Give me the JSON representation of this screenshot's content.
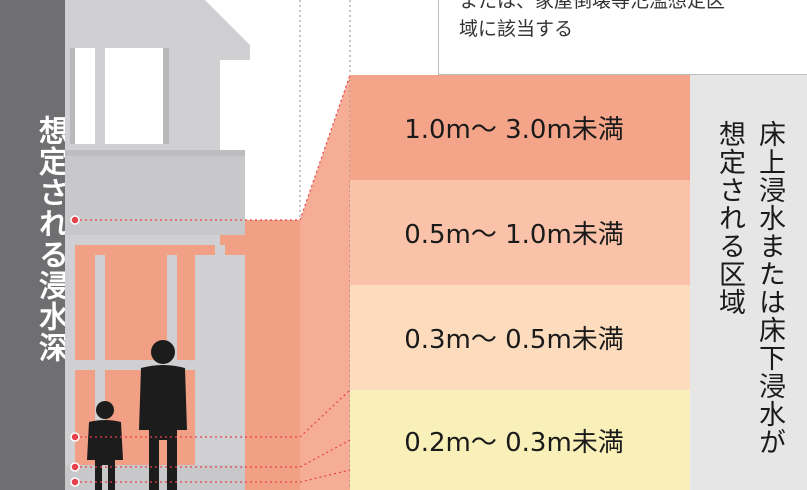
{
  "left_label": "想定される浸水深",
  "callout": {
    "line1": "または、家屋倒壊等氾濫想定区",
    "line2": "域に該当する"
  },
  "bands": [
    {
      "label": "1.0m～ 3.0m未満",
      "color": "#f4a489"
    },
    {
      "label": "0.5m～ 1.0m未満",
      "color": "#f9c2a9"
    },
    {
      "label": "0.3m～ 0.5m未満",
      "color": "#fcdcbd"
    },
    {
      "label": "0.2m～ 0.3m未満",
      "color": "#f8f0b8"
    }
  ],
  "right_label": {
    "col1": "床上浸水または床下浸水が",
    "col2": "想定される区域"
  },
  "colors": {
    "left_bar": "#6f6f72",
    "house": "#d0d0d2",
    "flood_fill": "#f1a086",
    "silhouette": "#1c1c1c",
    "marker": "#e8404a"
  }
}
